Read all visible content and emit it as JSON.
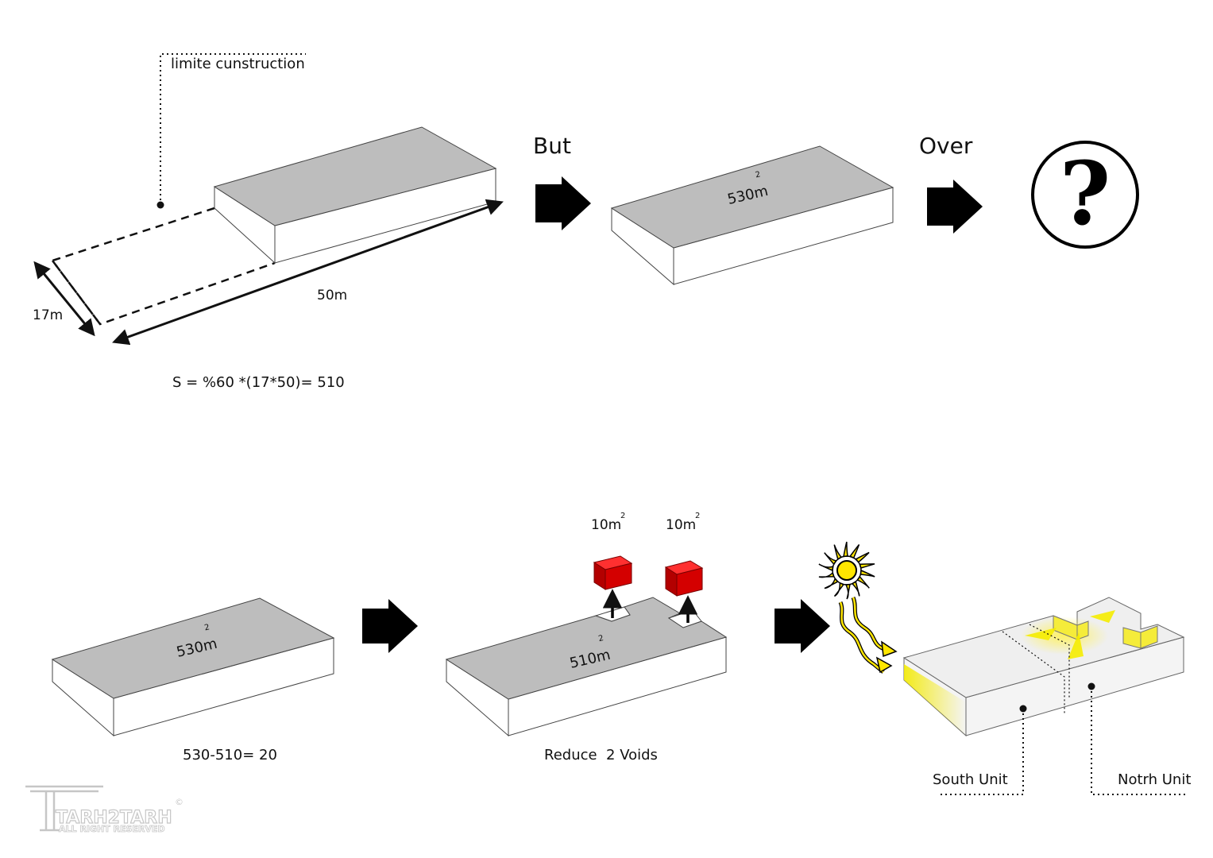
{
  "labels": {
    "limite": "limite cunstruction",
    "dim_width": "17m",
    "dim_length": "50m",
    "formula": "S = %60 *(17*50)= 510",
    "but": "But",
    "over": "Over",
    "question": "?",
    "area_a": "530m",
    "area_b": "530m",
    "area_c": "510m",
    "sup": "2",
    "subtraction": "530-510= 20",
    "void_a": "10m",
    "void_b": "10m",
    "reduce": "Reduce  2 Voids",
    "south": "South Unit",
    "north": "Notrh Unit"
  },
  "watermark": {
    "brand": "TARH2TARH",
    "rights": "ALL RIGHT RESERVED",
    "mark": "©"
  },
  "colors": {
    "slab_top": "#bdbdbd",
    "void_block": "#e00000",
    "sun": "#ffe600",
    "light": "#f2ea00"
  }
}
